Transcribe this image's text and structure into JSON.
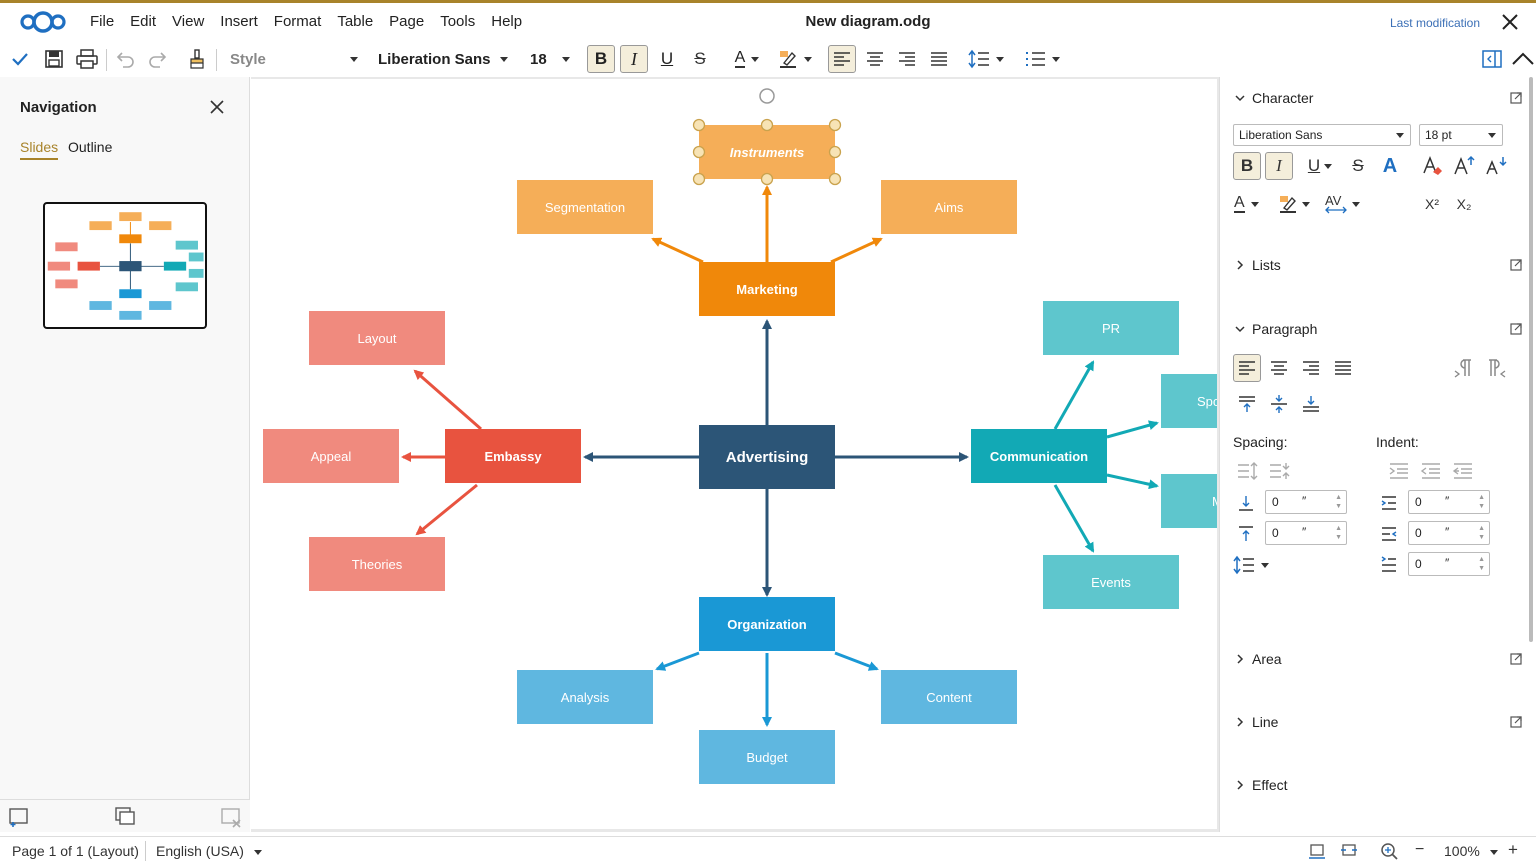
{
  "menubar": {
    "items": [
      "File",
      "Edit",
      "View",
      "Insert",
      "Format",
      "Table",
      "Page",
      "Tools",
      "Help"
    ],
    "doc_title": "New diagram.odg",
    "last_modification": "Last modification"
  },
  "toolbar": {
    "style": "Style",
    "font_name": "Liberation Sans",
    "font_size": "18",
    "bold": "B",
    "italic": "I",
    "underline": "U",
    "strike": "S",
    "font_color": "A"
  },
  "navigation": {
    "title": "Navigation",
    "tabs": [
      "Slides",
      "Outline"
    ]
  },
  "diagram": {
    "nodes": {
      "instruments": "Instruments",
      "segmentation": "Segmentation",
      "aims": "Aims",
      "marketing": "Marketing",
      "layout": "Layout",
      "appeal": "Appeal",
      "embassy": "Embassy",
      "theories": "Theories",
      "advertising": "Advertising",
      "communication": "Communication",
      "pr": "PR",
      "sponsoring_partial": "Spo",
      "media_partial": "M",
      "events": "Events",
      "organization": "Organization",
      "analysis": "Analysis",
      "content": "Content",
      "budget": "Budget"
    },
    "colors": {
      "orange_light": "#f5ae58",
      "orange": "#f0880a",
      "red_light": "#f08a7e",
      "red": "#e8533f",
      "navy": "#2c5577",
      "teal": "#12a9b5",
      "teal_light": "#5ec6cd",
      "blue": "#1a98d5",
      "blue_light": "#5fb7e0"
    }
  },
  "sidebar": {
    "character": "Character",
    "font_name": "Liberation Sans",
    "font_size": "18 pt",
    "lists": "Lists",
    "paragraph": "Paragraph",
    "spacing": "Spacing:",
    "indent": "Indent:",
    "spacing_above": "0",
    "spacing_below": "0",
    "indent_before": "0",
    "indent_after": "0",
    "indent_first": "0",
    "unit": "″",
    "area": "Area",
    "line": "Line",
    "effect": "Effect",
    "superscript": "X²",
    "subscript": "X₂"
  },
  "statusbar": {
    "page": "Page 1 of 1 (Layout)",
    "language": "English (USA)",
    "zoom": "100%",
    "minus": "−",
    "plus": "+"
  }
}
